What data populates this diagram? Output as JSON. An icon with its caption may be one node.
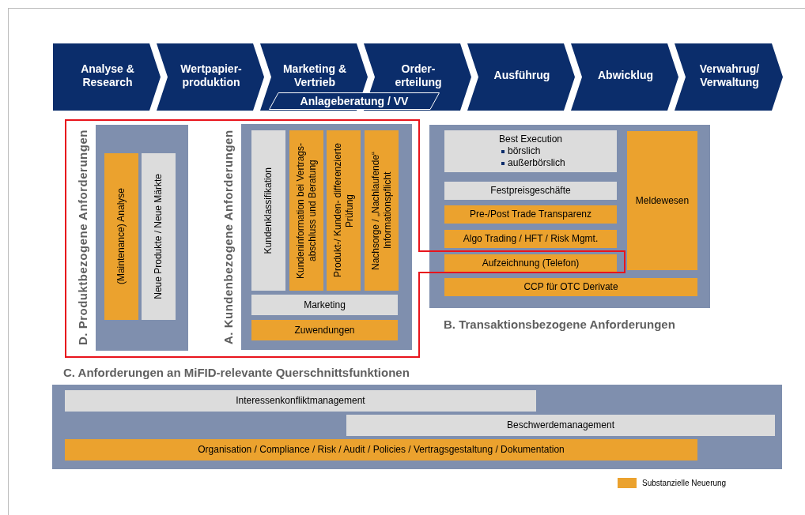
{
  "diagram": {
    "nodes": [
      {
        "text": [
          "Analyse & Research"
        ]
      },
      {
        "text": [
          "Wertpapier- produktion"
        ]
      },
      {
        "text": [
          "Marketing & Vertrieb"
        ]
      },
      {
        "text": [
          "Order- erteilung"
        ]
      },
      {
        "text": [
          "Ausführug"
        ]
      },
      {
        "text": [
          "Abwicklug"
        ]
      },
      {
        "text": [
          "Verwahrug/ Verwaltung"
        ]
      },
      {
        "text": [
          "Anlageberatung / VV"
        ]
      },
      {
        "text": [
          "D. Produktbezogene Anforderungen"
        ]
      },
      {
        "text": [
          "(Maintenance) Analyse"
        ],
        "in": 8
      },
      {
        "text": [
          "Neue Produkte / Neue Märkte"
        ],
        "in": 8
      },
      {
        "text": [
          "A. Kundenbezogene Anforderungen"
        ]
      },
      {
        "text": [
          "Kundenklassifikation"
        ],
        "in": 11
      },
      {
        "text": [
          "Kundeninformation bei Vertrags- abschluss und Beratung"
        ],
        "in": 11
      },
      {
        "text": [
          "Produkt-/ Kunden- differenzierte Prüfung"
        ],
        "in": 11
      },
      {
        "text": [
          "Nachsorge / „Nachlaufende“ Informationspflicht"
        ],
        "in": 11
      },
      {
        "text": [
          "Marketing"
        ],
        "in": 11
      },
      {
        "text": [
          "Zuwendungen"
        ],
        "in": 11
      },
      {
        "text": [
          "B. Transaktionsbezogene Anforderungen"
        ]
      },
      {
        "text": [
          "Best Execution",
          "börslich",
          "außerbörslich"
        ],
        "in": 18
      },
      {
        "text": [
          "Festpreisgeschäfte"
        ],
        "in": 18
      },
      {
        "text": [
          "Pre-/Post Trade Transparenz"
        ],
        "in": 18
      },
      {
        "text": [
          "Algo Trading / HFT / Risk Mgmt."
        ],
        "in": 18
      },
      {
        "text": [
          "Aufzeichnung (Telefon)"
        ],
        "in": 18
      },
      {
        "text": [
          "Meldewesen"
        ],
        "in": 18
      },
      {
        "text": [
          "CCP für OTC Derivate"
        ],
        "in": 18
      },
      {
        "text": [
          "C. Anforderungen an MiFID-relevante Querschnittsfunktionen"
        ]
      },
      {
        "text": [
          "Interessenkonfliktmanagement"
        ],
        "in": 26
      },
      {
        "text": [
          "Beschwerdemanagement"
        ],
        "in": 26
      },
      {
        "text": [
          "Organisation / Compliance / Risk / Audit / Policies / Vertragsgestaltung / Dokumentation"
        ],
        "in": 26
      }
    ],
    "legend": [
      {
        "text": "Substanzielle Neuerung",
        "color": "#eba22e"
      }
    ]
  }
}
